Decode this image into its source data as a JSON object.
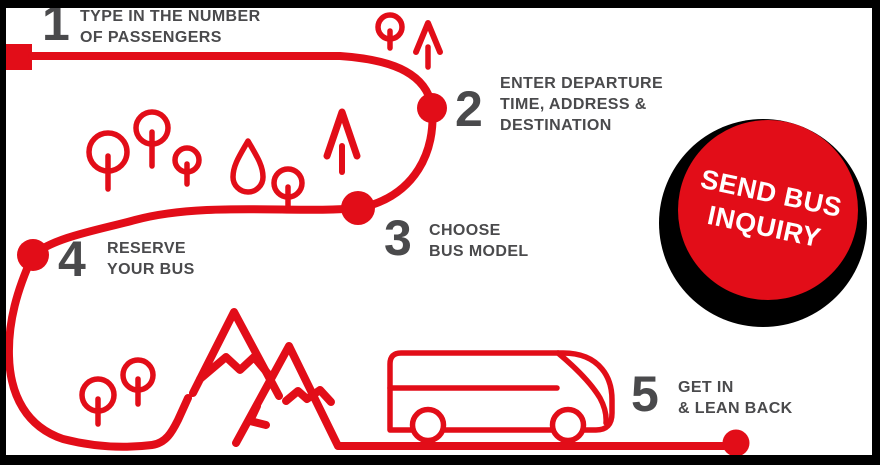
{
  "colors": {
    "red": "#e20d18",
    "dark": "#4a4a4c",
    "white": "#ffffff",
    "black": "#000000"
  },
  "steps": [
    {
      "number": "1",
      "lines": [
        "TYPE IN THE NUMBER",
        "OF PASSENGERS"
      ]
    },
    {
      "number": "2",
      "lines": [
        "ENTER DEPARTURE",
        "TIME, ADDRESS &",
        "DESTINATION"
      ]
    },
    {
      "number": "3",
      "lines": [
        "CHOOSE",
        "BUS MODEL"
      ]
    },
    {
      "number": "4",
      "lines": [
        "RESERVE",
        "YOUR BUS"
      ]
    },
    {
      "number": "5",
      "lines": [
        "GET IN",
        "& LEAN BACK"
      ]
    }
  ],
  "cta": {
    "line1": "SEND BUS",
    "line2": "INQUIRY"
  },
  "icons": {
    "route_start": "red-square-marker",
    "route_stop": "red-dot-marker",
    "tree": "round-tree",
    "pine": "pine-tree",
    "raindrop": "raindrop",
    "mountains": "mountain-peaks",
    "bus": "coach-bus"
  }
}
